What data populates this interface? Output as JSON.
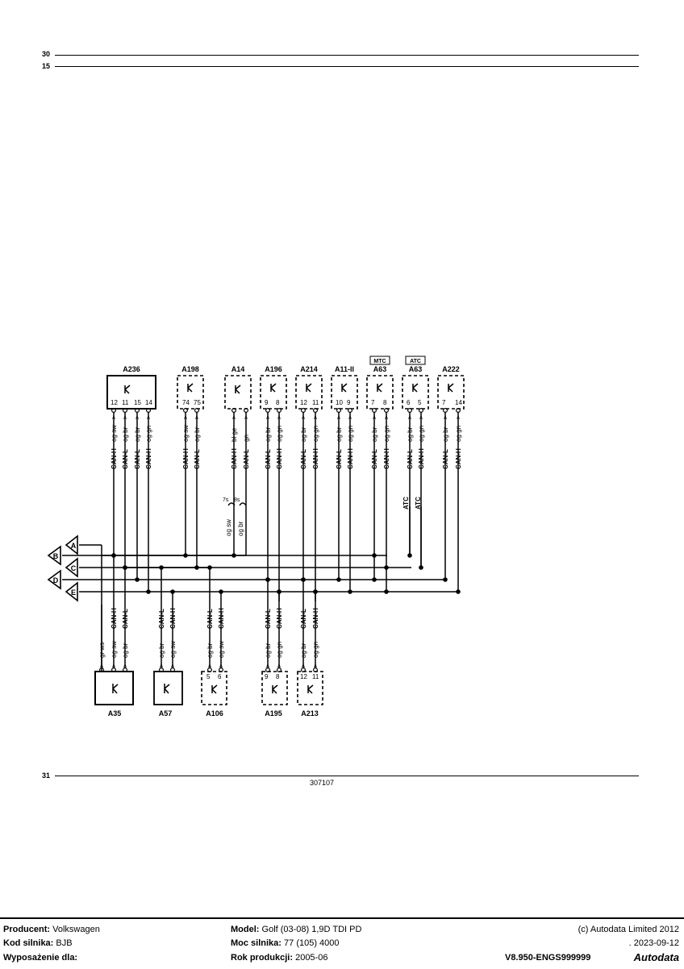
{
  "rails": {
    "top1": "30",
    "top2": "15",
    "bottom": "31"
  },
  "diagram_ref": "307107",
  "connectors": [
    "A",
    "B",
    "C",
    "D",
    "E"
  ],
  "top_modules": [
    {
      "id": "A236",
      "pins": [
        "12",
        "11",
        "15",
        "14"
      ],
      "wires": [
        {
          "color": "og sw",
          "signal": "CAN-H"
        },
        {
          "color": "og br",
          "signal": "CAN-L"
        },
        {
          "color": "og br",
          "signal": "CAN-L"
        },
        {
          "color": "og gn",
          "signal": "CAN-H"
        }
      ]
    },
    {
      "id": "A198",
      "pins": [
        "74",
        "75"
      ],
      "wires": [
        {
          "color": "og sw",
          "signal": "CAN-H"
        },
        {
          "color": "og br",
          "signal": "CAN-L"
        }
      ]
    },
    {
      "id": "A14",
      "pins": [
        "",
        ""
      ],
      "wires": [
        {
          "color": "bl ge",
          "signal": "CAN-H"
        },
        {
          "color": "gn",
          "signal": "CAN-L"
        }
      ]
    },
    {
      "id": "A196",
      "pins": [
        "9",
        "8"
      ],
      "wires": [
        {
          "color": "og br",
          "signal": "CAN-L"
        },
        {
          "color": "og gn",
          "signal": "CAN-H"
        }
      ]
    },
    {
      "id": "A214",
      "pins": [
        "12",
        "11"
      ],
      "wires": [
        {
          "color": "og br",
          "signal": "CAN-L"
        },
        {
          "color": "og gn",
          "signal": "CAN-H"
        }
      ]
    },
    {
      "id": "A11-II",
      "pins": [
        "10",
        "9"
      ],
      "wires": [
        {
          "color": "og br",
          "signal": "CAN-L"
        },
        {
          "color": "og gn",
          "signal": "CAN-H"
        }
      ]
    },
    {
      "id": "A63",
      "tag": "MTC",
      "pins": [
        "7",
        "8"
      ],
      "wires": [
        {
          "color": "og br",
          "signal": "CAN-L"
        },
        {
          "color": "og gn",
          "signal": "CAN-H"
        }
      ]
    },
    {
      "id": "A63",
      "tag": "ATC",
      "pins": [
        "6",
        "5"
      ],
      "wires": [
        {
          "color": "og br",
          "signal": "CAN-L"
        },
        {
          "color": "og gn",
          "signal": "CAN-H"
        }
      ]
    },
    {
      "id": "A222",
      "pins": [
        "7",
        "14"
      ],
      "wires": [
        {
          "color": "og br",
          "signal": "CAN-L"
        },
        {
          "color": "og gn",
          "signal": "CAN-H"
        }
      ]
    }
  ],
  "a14_pins": [
    "7s",
    "8s"
  ],
  "a14_lower_colors": [
    "og sw",
    "og br"
  ],
  "atc_note": "ATC",
  "bottom_modules": [
    {
      "id": "A35",
      "wires": [
        {
          "color": "gr ws",
          "signal": ""
        },
        {
          "color": "og sw",
          "signal": "CAN-H"
        },
        {
          "color": "og br",
          "signal": "CAN-L"
        }
      ]
    },
    {
      "id": "A57",
      "wires": [
        {
          "color": "og br",
          "signal": "CAN-L"
        },
        {
          "color": "og sw",
          "signal": "CAN-H"
        }
      ]
    },
    {
      "id": "A106",
      "pins": [
        "5",
        "6"
      ],
      "wires": [
        {
          "color": "og br",
          "signal": "CAN-L"
        },
        {
          "color": "og sw",
          "signal": "CAN-H"
        }
      ]
    },
    {
      "id": "A195",
      "pins": [
        "9",
        "8"
      ],
      "wires": [
        {
          "color": "og br",
          "signal": "CAN-L"
        },
        {
          "color": "og gn",
          "signal": "CAN-H"
        }
      ]
    },
    {
      "id": "A213",
      "pins": [
        "12",
        "11"
      ],
      "wires": [
        {
          "color": "og br",
          "signal": "CAN-L"
        },
        {
          "color": "og gn",
          "signal": "CAN-H"
        }
      ]
    }
  ],
  "footer": {
    "producer_label": "Producent:",
    "producer": "Volkswagen",
    "engine_label": "Kod silnika:",
    "engine": "BJB",
    "equip_label": "Wyposażenie dla:",
    "equip": "",
    "model_label": "Model:",
    "model": "Golf (03-08) 1,9D TDI PD",
    "power_label": "Moc silnika:",
    "power": "77 (105) 4000",
    "year_label": "Rok produkcji:",
    "year": "2005-06",
    "copyright": "(c) Autodata Limited 2012",
    "date": ".  2023-09-12",
    "version": "V8.950-ENGS999999",
    "logo": "Autodata"
  }
}
